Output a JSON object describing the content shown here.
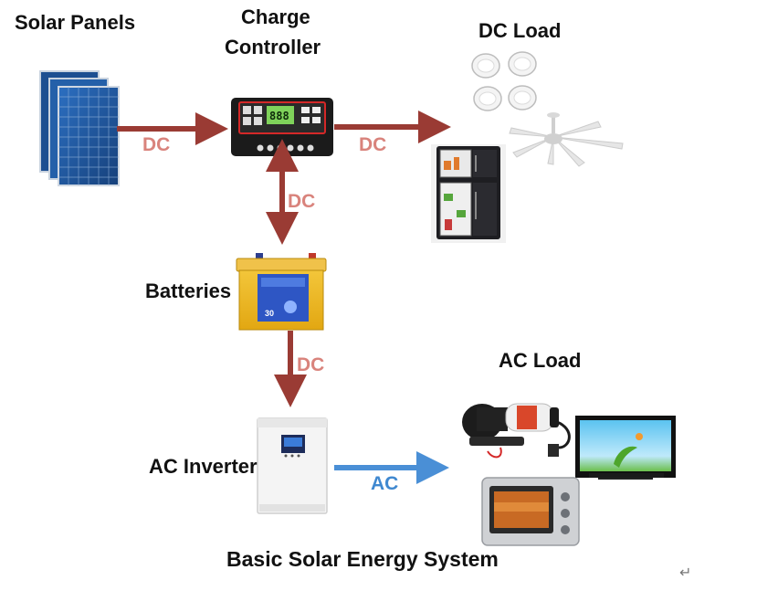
{
  "labels": {
    "solar_panels": "Solar Panels",
    "charge_controller_line1": "Charge",
    "charge_controller_line2": "Controller",
    "dc_load": "DC Load",
    "batteries": "Batteries",
    "ac_inverter": "AC Inverter",
    "ac_load": "AC Load"
  },
  "flows": {
    "panels_to_controller": "DC",
    "controller_to_dc_load": "DC",
    "controller_to_batteries": "DC",
    "batteries_to_inverter": "DC",
    "inverter_to_ac_load": "AC"
  },
  "caption": "Basic Solar Energy System",
  "paragraph_mark": "↵",
  "colors": {
    "dc_arrow": "#9a3b34",
    "dc_text": "#d9837c",
    "ac_arrow": "#4a8fd6",
    "ac_text": "#3f88d0"
  }
}
